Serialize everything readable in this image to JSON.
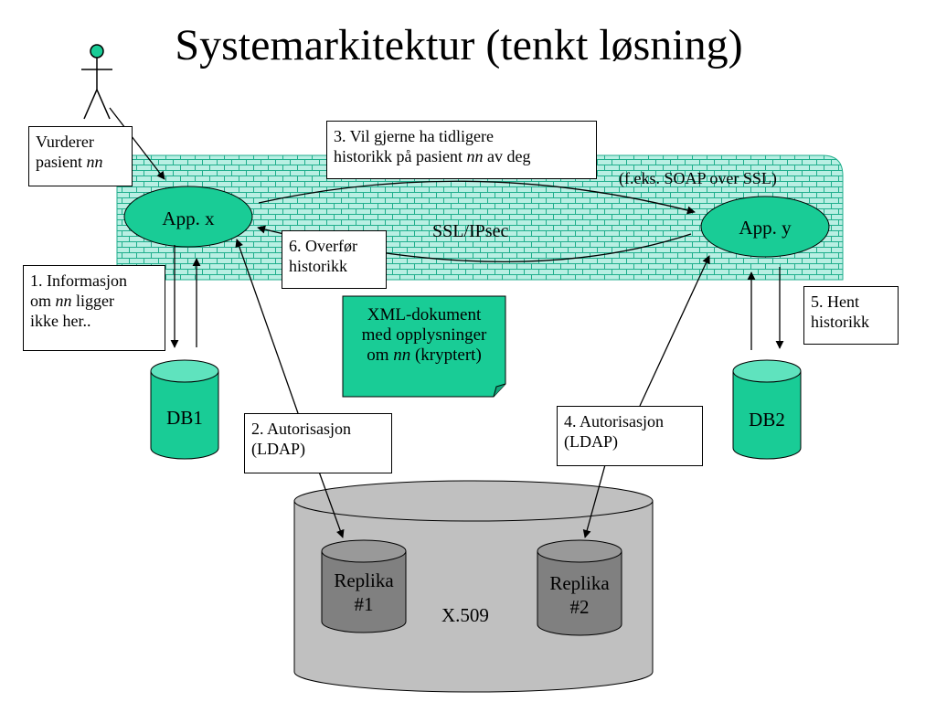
{
  "title": "Systemarkitektur (tenkt løsning)",
  "network": {
    "label": "SSL/IPsec",
    "note": "(f.eks. SOAP over SSL)"
  },
  "apps": {
    "app_x": "App. x",
    "app_y": "App. y"
  },
  "databases": {
    "db1": "DB1",
    "db2": "DB2"
  },
  "directory": {
    "label": "X.509",
    "replica1_line1": "Replika",
    "replica1_line2": "#1",
    "replica2_line1": "Replika",
    "replica2_line2": "#2"
  },
  "actor": {
    "line1": "Vurderer",
    "line2_prefix": "pasient ",
    "line2_italic": "nn"
  },
  "steps": {
    "s1": {
      "line1": "1. Informasjon",
      "line2_prefix": "om ",
      "line2_italic": "nn",
      "line2_suffix": " ligger",
      "line3": "ikke her.."
    },
    "s2": {
      "line1": "2. Autorisasjon",
      "line2": "(LDAP)"
    },
    "s3": {
      "line1": "3. Vil gjerne ha tidligere",
      "line2_prefix": "historikk på pasient ",
      "line2_italic": "nn",
      "line2_suffix": " av deg"
    },
    "s4": {
      "line1": "4. Autorisasjon",
      "line2": "(LDAP)"
    },
    "s5": {
      "line1": "5. Hent",
      "line2": "historikk"
    },
    "s6": {
      "line1": "6. Overfør",
      "line2": "historikk"
    }
  },
  "xml_note": {
    "line1": "XML-dokument",
    "line2": "med opplysninger",
    "line3_prefix": "om ",
    "line3_italic": "nn",
    "line3_suffix": " (kryptert)"
  },
  "colors": {
    "teal": "#19cc96",
    "teal_light": "#5fe3be",
    "gray": "#c0c0c0",
    "gray_dark": "#808080"
  }
}
